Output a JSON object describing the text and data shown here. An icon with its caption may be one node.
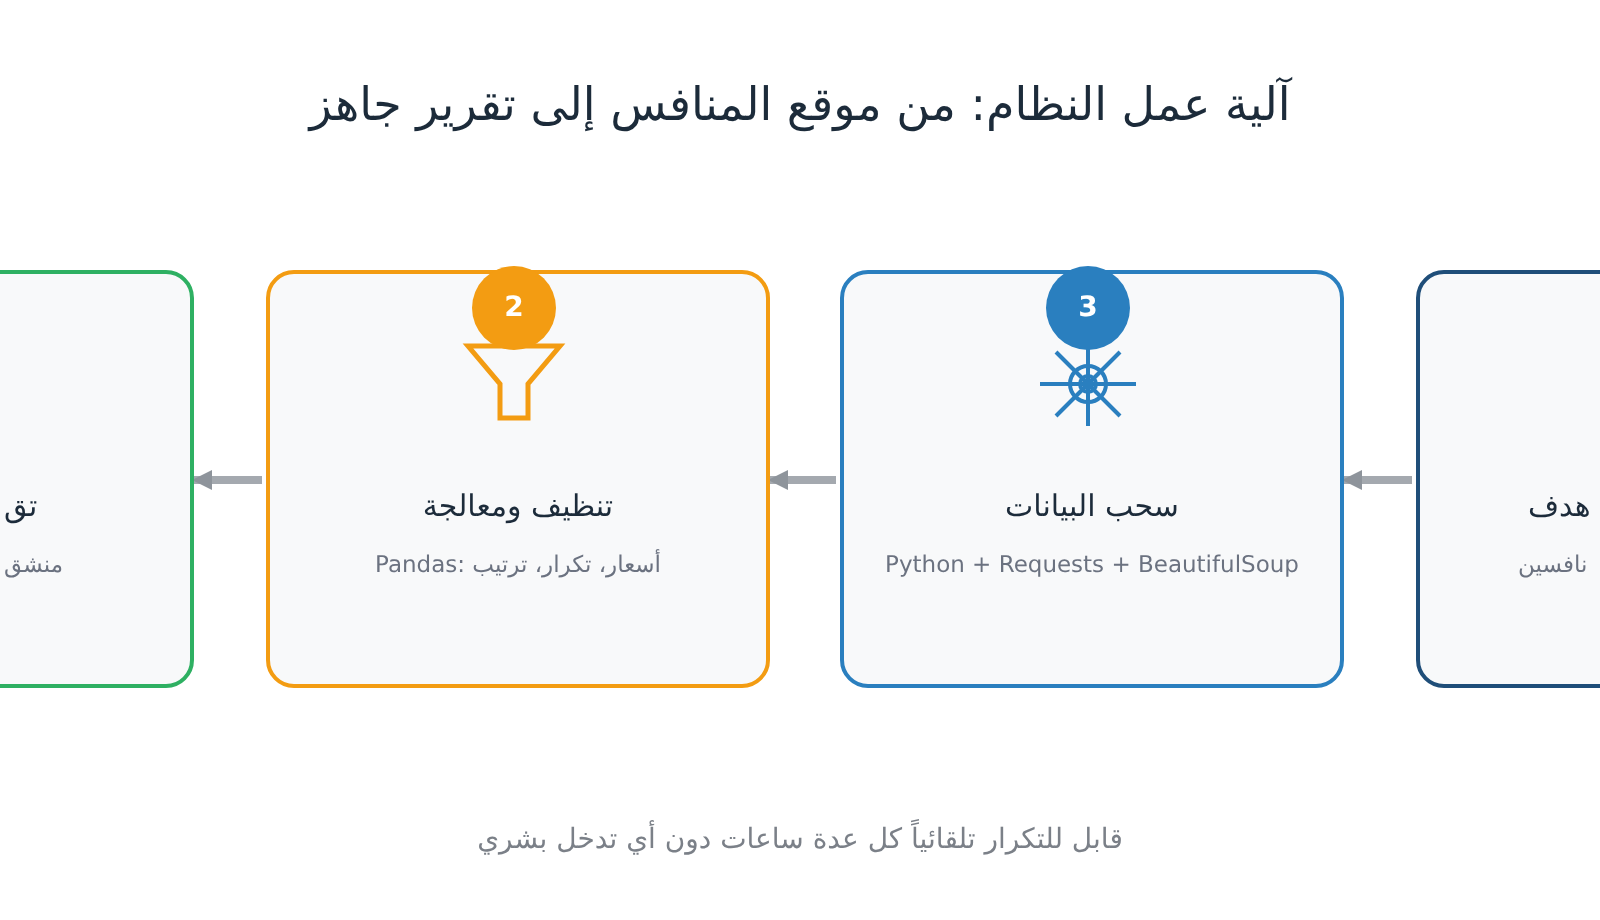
{
  "diagram": {
    "title": "آلية عمل النظام: من موقع المنافس إلى تقرير جاهز",
    "nodes": [
      {
        "text": [
          "تق",
          "منشق"
        ]
      },
      {
        "text": [
          "2",
          "تنظيف ومعالجة",
          "Pandas: أسعار، تكرار، ترتيب"
        ]
      },
      {
        "text": [
          "3",
          "سحب البيانات",
          "Python + Requests + BeautifulSoup"
        ]
      },
      {
        "text": [
          "هدف",
          "نافسين"
        ]
      }
    ],
    "edges": [
      {
        "from": 3,
        "to": 2,
        "arrow": "to"
      },
      {
        "from": 2,
        "to": 1,
        "arrow": "to"
      },
      {
        "from": 1,
        "to": 0,
        "arrow": "to"
      }
    ],
    "caption": "قابل للتكرار تلقائياً كل عدة ساعات دون أي تدخل بشري"
  }
}
